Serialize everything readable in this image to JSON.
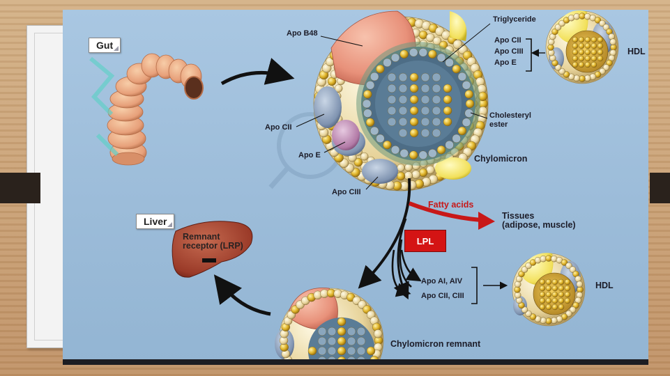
{
  "labels": {
    "gut": "Gut",
    "liver": "Liver",
    "apo_b48": "Apo B48",
    "triglyceride": "Triglyceride",
    "apo_cii_top": "Apo CII",
    "apo_ciii_top": "Apo CIII",
    "apo_e_top": "Apo E",
    "hdl_top": "HDL",
    "apo_cii_left": "Apo CII",
    "apo_e_left": "Apo E",
    "apo_ciii_bottom": "Apo CIII",
    "cholesteryl_ester": "Cholesteryl\nester",
    "chylomicron": "Chylomicron",
    "fatty_acids": "Fatty acids",
    "tissues": "Tissues\n(adipose, muscle)",
    "lpl": "LPL",
    "remnant_receptor": "Remnant\nreceptor (LRP)",
    "apo_ai_aiv": "Apo AI, AIV",
    "apo_cii_ciii": "Apo CII, CIII",
    "hdl_bottom": "HDL",
    "chylomicron_remnant": "Chylomicron remnant"
  },
  "colors": {
    "slide_bg": "#a9c7e2",
    "fatty_acid_arrow": "#c81818",
    "lpl_box": "#d41414",
    "lipid_shell": "#e7d39a",
    "apo_b48": "#e8917a",
    "gold_particle": "#e0b42a",
    "liver": "#9a3a28",
    "gut": "#e7a07a"
  }
}
